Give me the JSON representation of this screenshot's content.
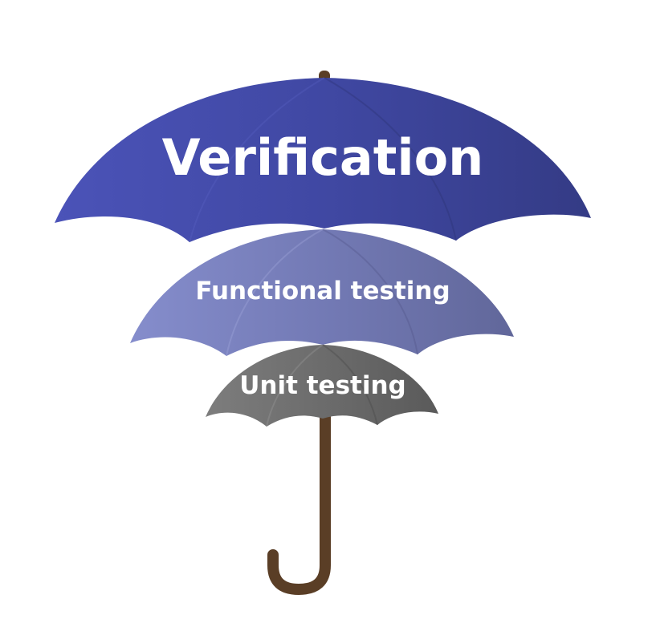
{
  "layers": {
    "outer": {
      "label": "Verification",
      "colors": {
        "light": "#4a52b5",
        "mid": "#3f479f",
        "dark": "#353c86"
      }
    },
    "middle": {
      "label": "Functional testing",
      "colors": {
        "light": "#8189c9",
        "mid": "#7279b3",
        "dark": "#656b9c"
      }
    },
    "inner": {
      "label": "Unit testing",
      "colors": {
        "light": "#7a7a7a",
        "mid": "#6b6b6b",
        "dark": "#5f5f5f"
      }
    }
  },
  "handle_color": "#5a3e26"
}
